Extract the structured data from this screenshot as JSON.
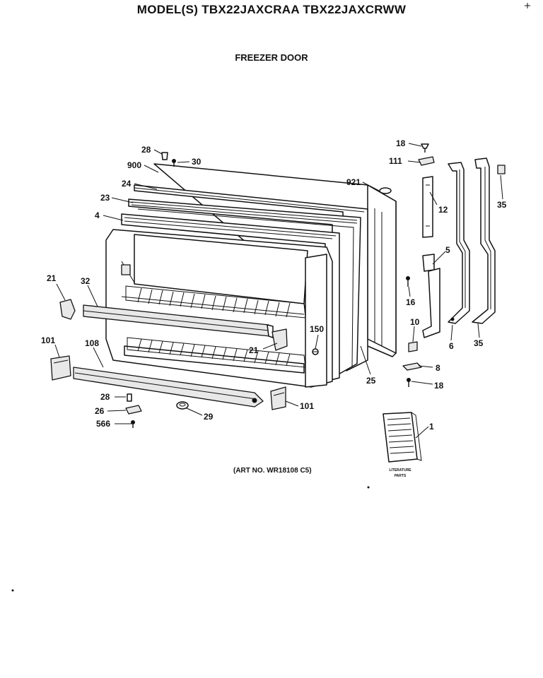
{
  "title": "MODEL(S) TBX22JAXCRAA  TBX22JAXCRWW",
  "subtitle": "FREEZER DOOR",
  "art_number": "(ART NO. WR18108 C5)",
  "literature_label": [
    "LITERATURE",
    "PARTS"
  ],
  "part_labels": [
    {
      "id": "p28a",
      "text": "28"
    },
    {
      "id": "p30",
      "text": "30"
    },
    {
      "id": "p900",
      "text": "900"
    },
    {
      "id": "p24",
      "text": "24"
    },
    {
      "id": "p23",
      "text": "23"
    },
    {
      "id": "p4",
      "text": "4"
    },
    {
      "id": "p921",
      "text": "921"
    },
    {
      "id": "p18a",
      "text": "18"
    },
    {
      "id": "p111",
      "text": "111"
    },
    {
      "id": "p12",
      "text": "12"
    },
    {
      "id": "p35a",
      "text": "35"
    },
    {
      "id": "p5",
      "text": "5"
    },
    {
      "id": "p16",
      "text": "16"
    },
    {
      "id": "p10",
      "text": "10"
    },
    {
      "id": "p6",
      "text": "6"
    },
    {
      "id": "p35b",
      "text": "35"
    },
    {
      "id": "p8",
      "text": "8"
    },
    {
      "id": "p18b",
      "text": "18"
    },
    {
      "id": "p25",
      "text": "25"
    },
    {
      "id": "p21a",
      "text": "21"
    },
    {
      "id": "p32",
      "text": "32"
    },
    {
      "id": "p150",
      "text": "150"
    },
    {
      "id": "p21b",
      "text": "21"
    },
    {
      "id": "p101a",
      "text": "101"
    },
    {
      "id": "p108",
      "text": "108"
    },
    {
      "id": "p28b",
      "text": "28"
    },
    {
      "id": "p26",
      "text": "26"
    },
    {
      "id": "p566",
      "text": "566"
    },
    {
      "id": "p29",
      "text": "29"
    },
    {
      "id": "p101b",
      "text": "101"
    },
    {
      "id": "p1",
      "text": "1"
    }
  ]
}
